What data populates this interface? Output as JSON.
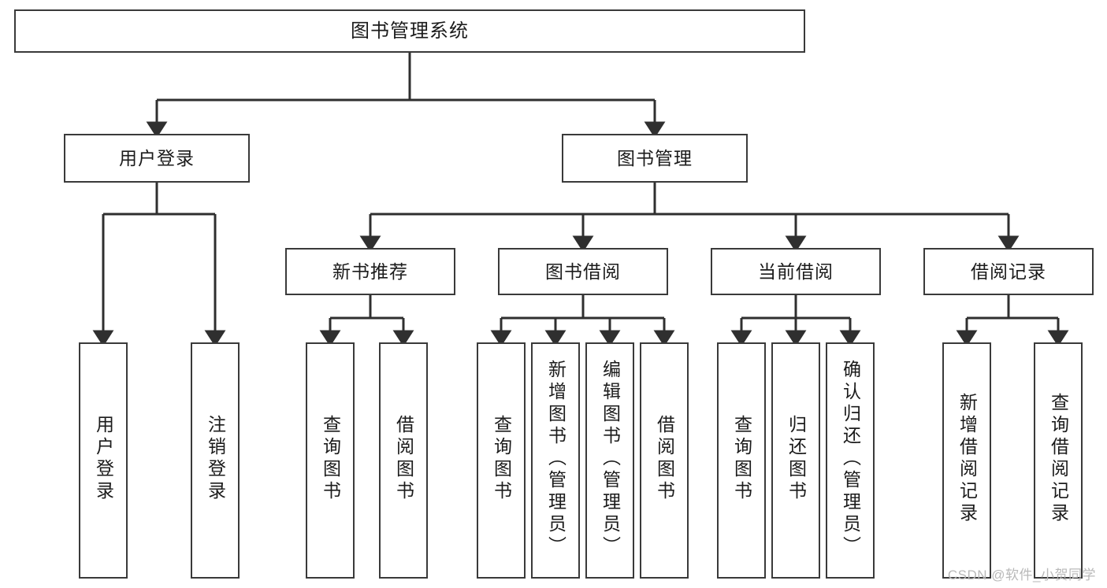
{
  "diagram": {
    "title": "图书管理系统",
    "type": "tree-structure-chart",
    "watermark": "CSDN @软件_小贺同学",
    "colors": {
      "box_border": "#3a3a3a",
      "box_fill": "#ffffff",
      "connector": "#2f2f2f",
      "text": "#1b1b1b",
      "watermark": "#b9b9b9",
      "background": "#ffffff"
    }
  },
  "nodes": {
    "root": {
      "label": "图书管理系统"
    },
    "level2": [
      {
        "label": "用户登录"
      },
      {
        "label": "图书管理"
      }
    ],
    "level3": [
      {
        "label": "新书推荐"
      },
      {
        "label": "图书借阅"
      },
      {
        "label": "当前借阅"
      },
      {
        "label": "借阅记录"
      }
    ],
    "leaves": {
      "user_login": [
        {
          "label": "用户登录"
        },
        {
          "label": "注销登录"
        }
      ],
      "new_book_recommend": [
        {
          "label": "查询图书"
        },
        {
          "label": "借阅图书"
        }
      ],
      "book_borrow": [
        {
          "label": "查询图书"
        },
        {
          "label": "新增图书（管理员）"
        },
        {
          "label": "编辑图书（管理员）"
        },
        {
          "label": "借阅图书"
        }
      ],
      "current_borrow": [
        {
          "label": "查询图书"
        },
        {
          "label": "归还图书"
        },
        {
          "label": "确认归还（管理员）"
        }
      ],
      "borrow_record": [
        {
          "label": "新增借阅记录"
        },
        {
          "label": "查询借阅记录"
        }
      ]
    }
  }
}
